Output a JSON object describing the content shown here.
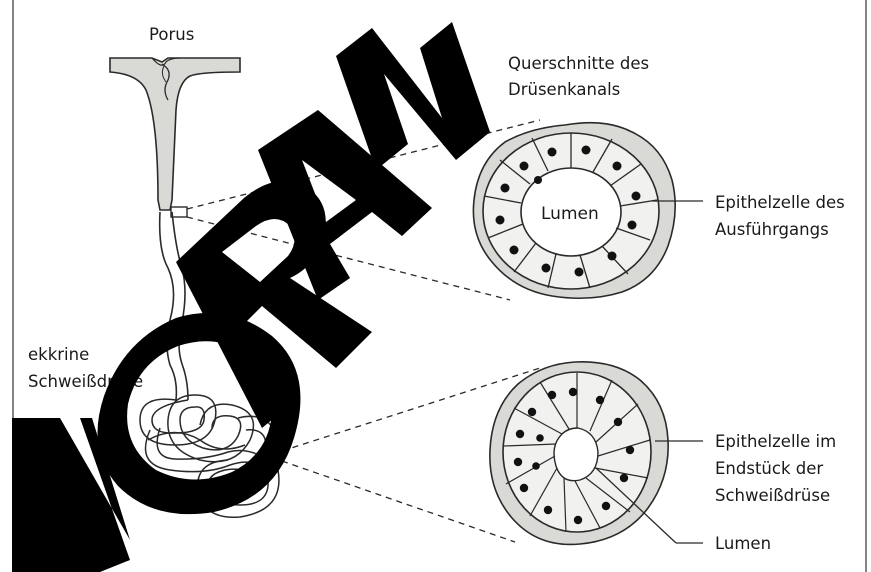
{
  "labels": {
    "porus": "Porus",
    "cross_sections_l1": "Querschnitte des",
    "cross_sections_l2": "Drüsenkanals",
    "gland_l1": "ekkrine",
    "gland_l2": "Schweißdrüse",
    "lumen_upper": "Lumen",
    "duct_cell_l1": "Epithelzelle des",
    "duct_cell_l2": "Ausführgangs",
    "end_cell_l1": "Epithelzelle im",
    "end_cell_l2": "Endstück der",
    "end_cell_l3": "Schweißdrüse",
    "lumen_lower": "Lumen"
  },
  "watermark": {
    "text": "VORAN",
    "color": "#000000"
  },
  "colors": {
    "line": "#2a2a2a",
    "tissue": "#d9d9d6",
    "cell_fill": "#f1f1ef",
    "nucleus": "#111111"
  }
}
